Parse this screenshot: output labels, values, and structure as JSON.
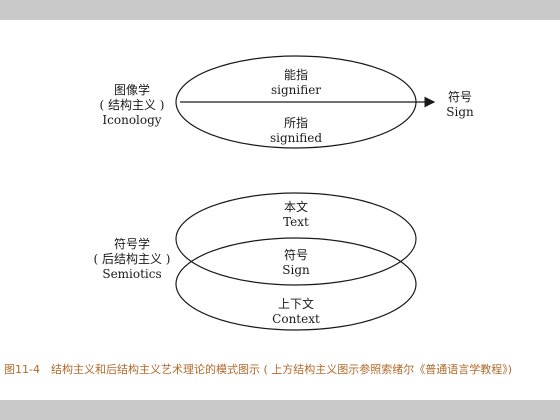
{
  "top": {
    "left_label": [
      "图像学",
      "( 结构主义 )",
      "Iconology"
    ],
    "upper": [
      "能指",
      "signifier"
    ],
    "lower": [
      "所指",
      "signified"
    ],
    "right_label": [
      "符号",
      "Sign"
    ]
  },
  "bottom": {
    "left_label": [
      "符号学",
      "( 后结构主义 )",
      "Semiotics"
    ],
    "text": [
      "本文",
      "Text"
    ],
    "overlap": [
      "符号",
      "Sign"
    ],
    "context": [
      "上下文",
      "Context"
    ]
  },
  "caption": "图11-4　结构主义和后结构主义艺术理论的模式图示 ( 上方结构主义图示参照索绪尔《普通语言学教程》)"
}
